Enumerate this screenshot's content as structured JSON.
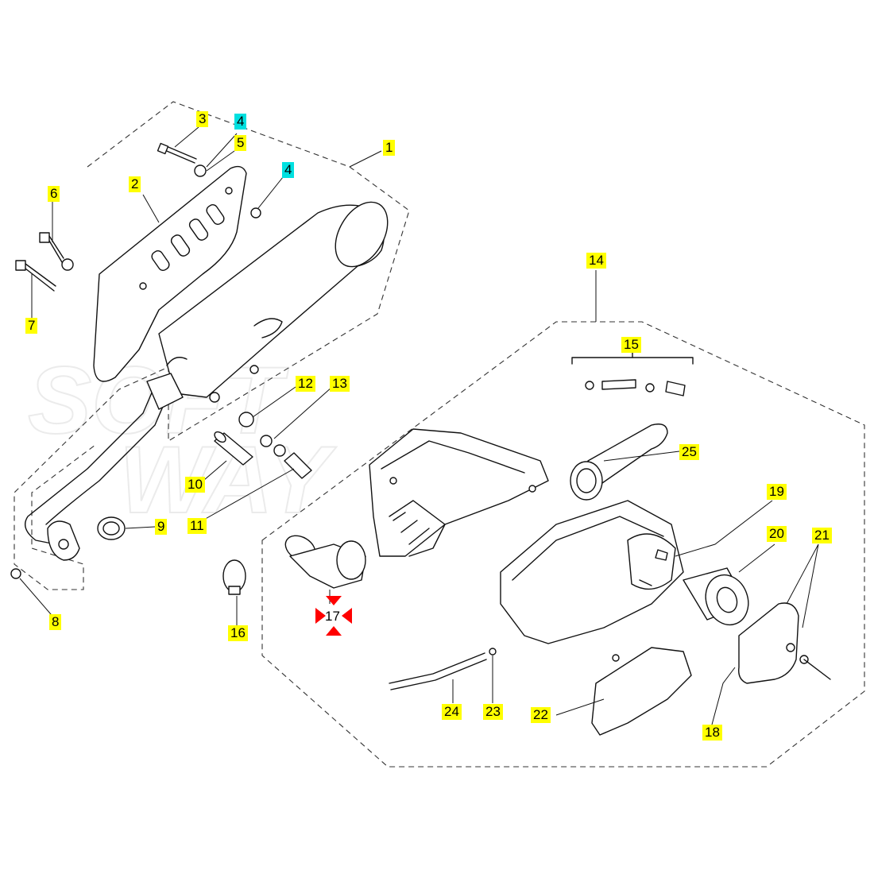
{
  "watermark": "SOFT WAY",
  "colors": {
    "callout_primary": "#ffff00",
    "callout_secondary": "#00e0e0",
    "marker": "#ff0000",
    "line": "#111111"
  },
  "callouts": [
    {
      "id": "1",
      "label": "1",
      "style": "primary"
    },
    {
      "id": "2",
      "label": "2",
      "style": "primary"
    },
    {
      "id": "3",
      "label": "3",
      "style": "primary"
    },
    {
      "id": "4a",
      "label": "4",
      "style": "secondary"
    },
    {
      "id": "4b",
      "label": "4",
      "style": "secondary"
    },
    {
      "id": "5",
      "label": "5",
      "style": "primary"
    },
    {
      "id": "6",
      "label": "6",
      "style": "primary"
    },
    {
      "id": "7",
      "label": "7",
      "style": "primary"
    },
    {
      "id": "8",
      "label": "8",
      "style": "primary"
    },
    {
      "id": "9",
      "label": "9",
      "style": "primary"
    },
    {
      "id": "10",
      "label": "10",
      "style": "primary"
    },
    {
      "id": "11",
      "label": "11",
      "style": "primary"
    },
    {
      "id": "12",
      "label": "12",
      "style": "primary"
    },
    {
      "id": "13",
      "label": "13",
      "style": "primary"
    },
    {
      "id": "14",
      "label": "14",
      "style": "primary"
    },
    {
      "id": "15",
      "label": "15",
      "style": "primary"
    },
    {
      "id": "16",
      "label": "16",
      "style": "primary"
    },
    {
      "id": "17",
      "label": "17",
      "style": "marked"
    },
    {
      "id": "18",
      "label": "18",
      "style": "primary"
    },
    {
      "id": "19",
      "label": "19",
      "style": "primary"
    },
    {
      "id": "20",
      "label": "20",
      "style": "primary"
    },
    {
      "id": "21",
      "label": "21",
      "style": "primary"
    },
    {
      "id": "22",
      "label": "22",
      "style": "primary"
    },
    {
      "id": "23",
      "label": "23",
      "style": "primary"
    },
    {
      "id": "24",
      "label": "24",
      "style": "primary"
    },
    {
      "id": "25",
      "label": "25",
      "style": "primary"
    }
  ]
}
